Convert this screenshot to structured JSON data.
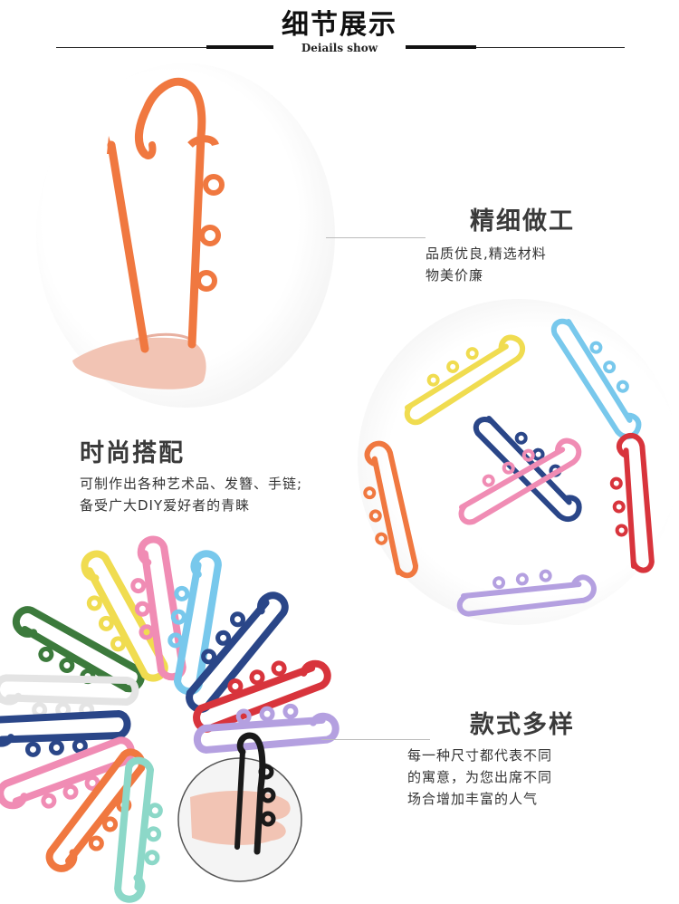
{
  "header": {
    "title": "细节展示",
    "subtitle": "Deiails show"
  },
  "sections": [
    {
      "title": "精细做工",
      "lines": [
        "品质优良,精选材料",
        "物美价廉"
      ]
    },
    {
      "title": "时尚搭配",
      "lines": [
        "可制作出各种艺术品、发簪、手链;",
        "备受广大DIY爱好者的青睐"
      ]
    },
    {
      "title": "款式多样",
      "lines": [
        "每一种尺寸都代表不同",
        "的寓意，为您出席不同",
        "场合增加丰富的人气"
      ]
    }
  ],
  "colors": {
    "orange": "#f07840",
    "yellow": "#f0dc50",
    "sky": "#78c8ec",
    "navy": "#2a4688",
    "pink": "#f08cb4",
    "red": "#d8343c",
    "lavender": "#b4a0e0",
    "green": "#3c7a3c",
    "white": "#f2f2f2",
    "mint": "#8cd8c8",
    "black": "#1a1a1a"
  }
}
